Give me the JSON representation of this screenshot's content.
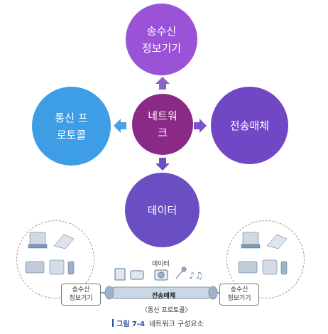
{
  "nodes": {
    "center": "네트워\n크",
    "top": "송수신\n정보기기",
    "left": "통신 프\n로토콜",
    "right": "전송매체",
    "bottom": "데이터"
  },
  "illustration": {
    "left_device_label": "송수신\n정보기기",
    "right_device_label": "송수신\n정보기기",
    "data_label": "데이터",
    "medium_label": "전송매체",
    "protocol_label": "〈통신 프로토콜〉"
  },
  "caption": {
    "figure_number": "그림 7-4",
    "title": "네트워크 구성요소"
  },
  "colors": {
    "top": "#9a52d6",
    "left": "#3e9ee5",
    "center": "#8a2a86",
    "right": "#7147c6",
    "bottom": "#6a4fc2",
    "arrow": "#8a66c9"
  }
}
